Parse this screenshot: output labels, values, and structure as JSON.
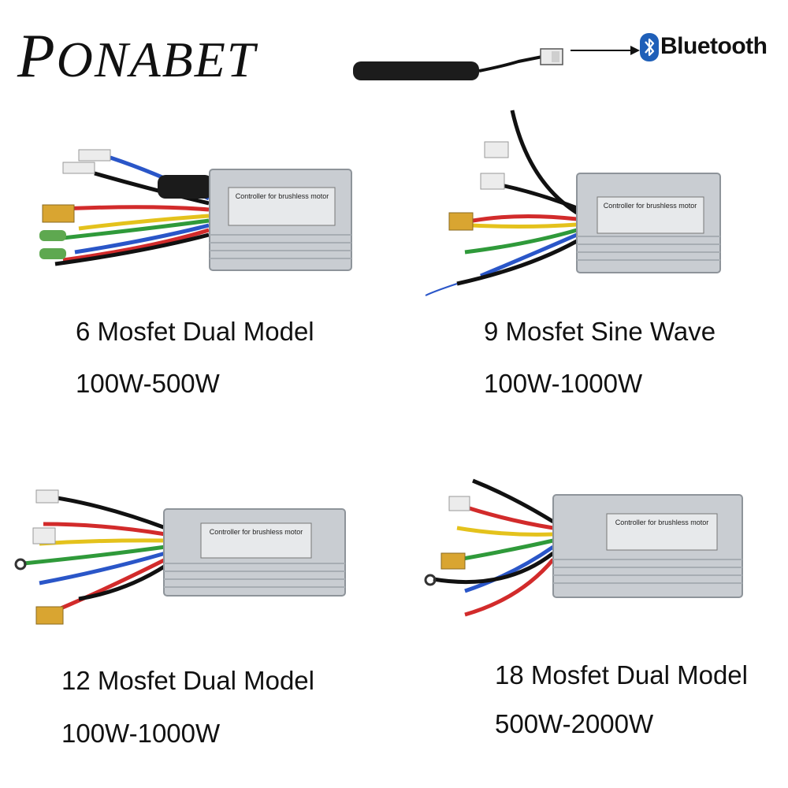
{
  "brand": {
    "name": "PONABET",
    "initial": "P",
    "rest": "ONABET"
  },
  "bluetooth": {
    "label": "Bluetooth",
    "icon": "bluetooth-icon"
  },
  "products": [
    {
      "title": "6 Mosfet Dual Model",
      "power": "100W-500W",
      "label": "Controller for brushless motor"
    },
    {
      "title": "9 Mosfet Sine Wave",
      "power": "100W-1000W",
      "label": "Controller for brushless motor"
    },
    {
      "title": "12 Mosfet Dual Model",
      "power": "100W-1000W",
      "label": "Controller for brushless motor"
    },
    {
      "title": "18 Mosfet Dual Model",
      "power": "500W-2000W",
      "label": "Controller for brushless motor"
    }
  ],
  "colors": {
    "housing": "#c9cdd2",
    "housing_dark": "#9aa0a6",
    "wire_red": "#d22b2b",
    "wire_yellow": "#e4c21c",
    "wire_green": "#2f9a3a",
    "wire_blue": "#2a56c8",
    "connector_yellow": "#d9a531"
  }
}
